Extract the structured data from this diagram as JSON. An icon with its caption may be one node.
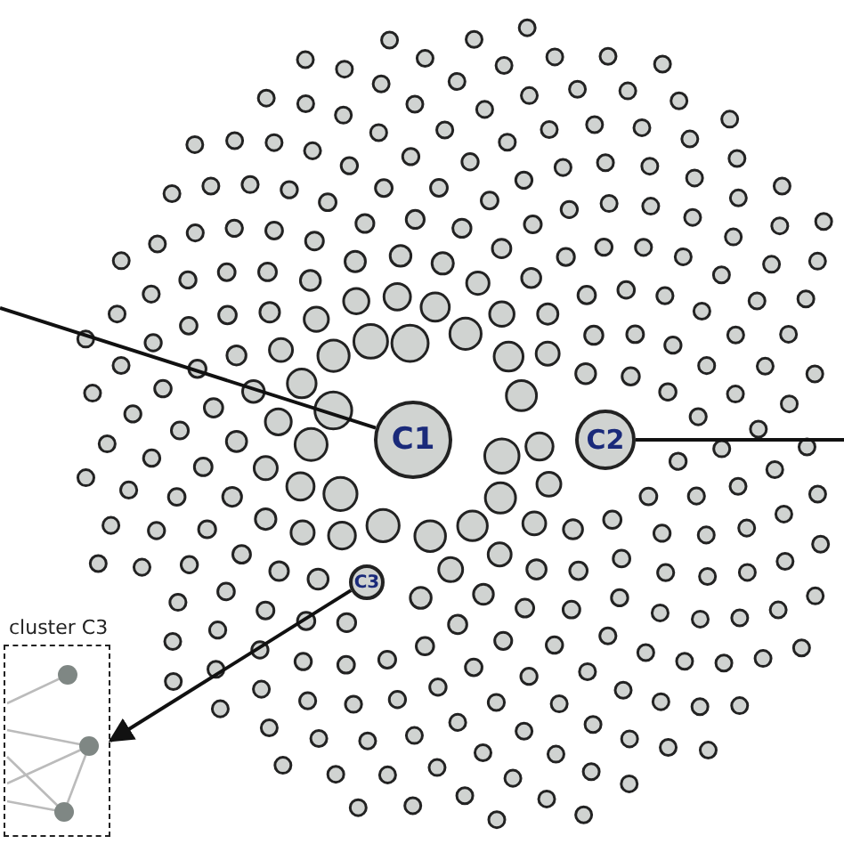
{
  "diagram": {
    "nodes": [
      {
        "text": [
          "C1"
        ]
      },
      {
        "text": [
          "C2"
        ]
      },
      {
        "text": [
          "C3"
        ]
      },
      {
        "text": [
          "cluster C3"
        ]
      }
    ],
    "edges": [
      {
        "from": 0,
        "to": null,
        "arrow": "none"
      },
      {
        "from": 1,
        "to": null,
        "arrow": "none"
      },
      {
        "from": 2,
        "to": 3,
        "arrow": "to"
      }
    ]
  }
}
